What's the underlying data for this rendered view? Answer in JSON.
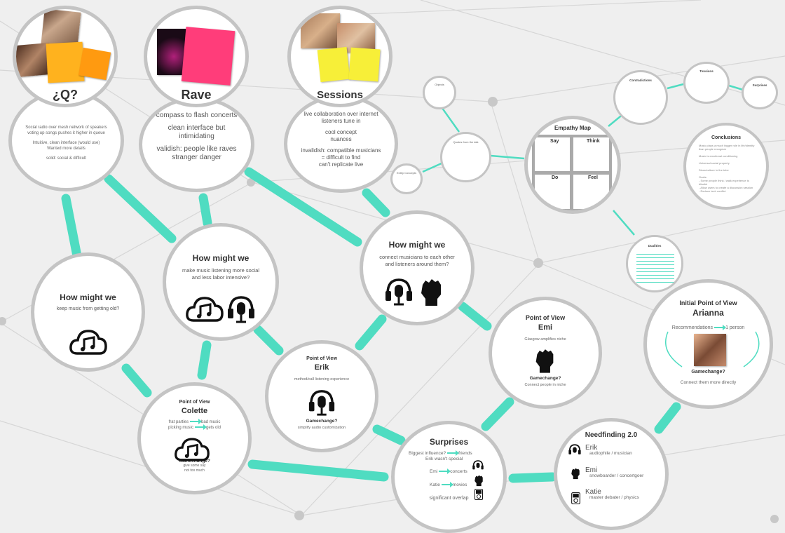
{
  "colors": {
    "accent": "#4fdcc1",
    "node_border": "#c4c4c4",
    "background": "#efefef",
    "network_line": "#d4d4d4"
  },
  "q": {
    "title": "¿Q?",
    "lines": [
      "Social radio over mesh network of speakers",
      "voting up songs pushes it higher in queue",
      "",
      "Intuitive, clean interface (would use)",
      "Wanted more details",
      "",
      "solid: social & difficult"
    ]
  },
  "rave": {
    "title": "Rave",
    "lines": [
      "compass to flash concerts",
      "",
      "clean interface but",
      "intimidating",
      "",
      "validish: people like raves",
      "stranger danger"
    ]
  },
  "sessions": {
    "title": "Sessions",
    "lines": [
      "live collaboration over internet",
      "listeners tune in",
      "",
      "cool concept",
      "nuances",
      "",
      "invalidish: compatible musicians",
      "= difficult to find",
      "can't replicate live"
    ]
  },
  "hmw_old": {
    "title": "How might we",
    "text": "keep music from getting old?"
  },
  "hmw_social": {
    "title": "How might we",
    "text": "make music listening more social and less labor intensive?"
  },
  "hmw_connect": {
    "title": "How might we",
    "text": "connect musicians to each other and listeners around them?"
  },
  "pov_colette": {
    "title": "Point of View",
    "name": "Colette",
    "line1a": "frat parties",
    "line1b": "bad music",
    "line2a": "picking music",
    "line2b": "gets old",
    "gamechange": "Gamechange?",
    "sub1": "give some say",
    "sub2": "not too much"
  },
  "pov_erik": {
    "title": "Point of View",
    "name": "Erik",
    "line": "method/call listening experience",
    "gamechange": "Gamechange?",
    "sub": "simplify audio customization"
  },
  "pov_emi": {
    "title": "Point of View",
    "name": "Emi",
    "line": "Glasgow amplifies niche",
    "gamechange": "Gamechange?",
    "sub": "Connect people in niche"
  },
  "initial_pov": {
    "title": "Initial Point of View",
    "name": "Arianna",
    "reco": "Recommendations",
    "person": "1 person",
    "gamechange": "Gamechange?",
    "sub": "Connect them more directly"
  },
  "surprises": {
    "title": "Surprises",
    "rows": [
      {
        "a": "Biggest influence?",
        "b": "friends"
      },
      {
        "a": "Erik wasn't special",
        "b": ""
      },
      {
        "a": "Emi",
        "b": "concerts"
      },
      {
        "a": "Katie",
        "b": "movies"
      }
    ],
    "footer": "significant overlap"
  },
  "needfinding": {
    "title": "Needfinding 2.0",
    "people": [
      {
        "name": "Erik",
        "desc": "audiophile / musician"
      },
      {
        "name": "Emi",
        "desc": "snowboarder / concertgoer"
      },
      {
        "name": "Katie",
        "desc": "master debater / physics"
      }
    ]
  },
  "empathy": {
    "title": "Empathy Map",
    "quadrants": [
      "Say",
      "Think",
      "Do",
      "Feel"
    ]
  },
  "conclusions": {
    "title": "Conclusions",
    "lines": [
      "Music plays a much bigger role in life/identity than people recognize",
      "Music is emotional conditioning",
      "Universal social property",
      "Discs/culture in the tube",
      "Goals:",
      "- Some people think / walk experience is blissful",
      "- Allow users to create a discussion session",
      "- Reduce tech conflict"
    ]
  },
  "bubbles": {
    "objects": "Objects",
    "contradictions": "Contradictions",
    "tensions": "Tensions",
    "surprises_small": "Surprises",
    "quotes": "Quotes from the talk",
    "entity": "Entity Concepts",
    "dualities": "Dualities"
  },
  "icons": [
    "image-photo",
    "headphones-icon",
    "fist-icon",
    "cloud-music-icon",
    "ipod-icon"
  ]
}
